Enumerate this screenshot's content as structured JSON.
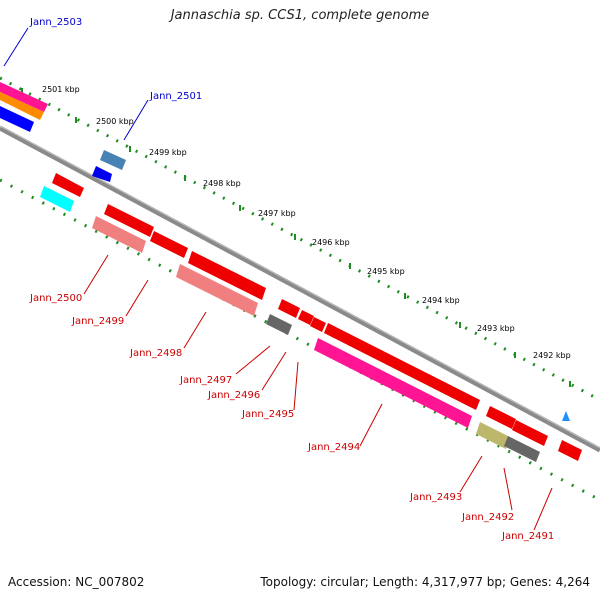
{
  "header": {
    "title": "Jannaschia sp. CCS1, complete genome"
  },
  "footer": {
    "accession": "Accession: NC_007802",
    "summary": "Topology: circular; Length: 4,317,977 bp; Genes: 4,264"
  },
  "scale": {
    "ticks": [
      {
        "label": "2501 kbp"
      },
      {
        "label": "2500 kbp"
      },
      {
        "label": "2499 kbp"
      },
      {
        "label": "2498 kbp"
      },
      {
        "label": "2497 kbp"
      },
      {
        "label": "2496 kbp"
      },
      {
        "label": "2495 kbp"
      },
      {
        "label": "2494 kbp"
      },
      {
        "label": "2493 kbp"
      },
      {
        "label": "2492 kbp"
      }
    ]
  },
  "genes_forward": [
    {
      "label": "Jann_2503"
    },
    {
      "label": "Jann_2501"
    }
  ],
  "genes_reverse": [
    {
      "label": "Jann_2500"
    },
    {
      "label": "Jann_2499"
    },
    {
      "label": "Jann_2498"
    },
    {
      "label": "Jann_2497"
    },
    {
      "label": "Jann_2496"
    },
    {
      "label": "Jann_2495"
    },
    {
      "label": "Jann_2494"
    },
    {
      "label": "Jann_2493"
    },
    {
      "label": "Jann_2492"
    },
    {
      "label": "Jann_2491"
    }
  ],
  "colors": {
    "backbone": "#888888",
    "forward_label": "#0000cc",
    "reverse_label": "#cc0000",
    "gc_dots": "#228b22"
  }
}
